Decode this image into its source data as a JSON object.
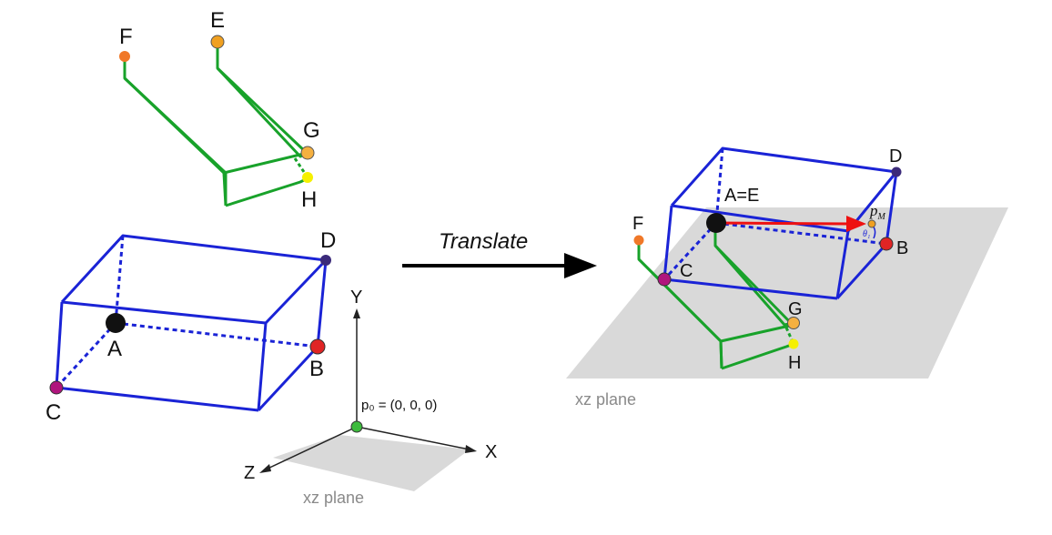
{
  "labels": {
    "F_left": "F",
    "E_left": "E",
    "G_left": "G",
    "H_left": "H",
    "A_left": "A",
    "B_left": "B",
    "C_left": "C",
    "D_left": "D",
    "axis_y": "Y",
    "axis_x": "X",
    "axis_z": "Z",
    "origin": "p₀ = (0, 0, 0)",
    "xz_plane_left": "xz plane",
    "translate": "Translate",
    "AE_right": "A=E",
    "D_right": "D",
    "F_right": "F",
    "C_right": "C",
    "B_right": "B",
    "G_right": "G",
    "H_right": "H",
    "pm_main": "p",
    "pm_sub": "M",
    "theta": "θ₁",
    "xz_plane_right": "xz plane"
  },
  "colors": {
    "box_edges": "#1a23d6",
    "gripper": "#18a22a",
    "A": "#111111",
    "B": "#e02424",
    "C": "#b0157d",
    "D": "#3b2a7a",
    "E": "#f0a020",
    "F": "#f07828",
    "G": "#f5b040",
    "H": "#f5f000",
    "origin": "#3dbb3d",
    "plane": "#d9d9d9",
    "vector": "#ee1111"
  }
}
